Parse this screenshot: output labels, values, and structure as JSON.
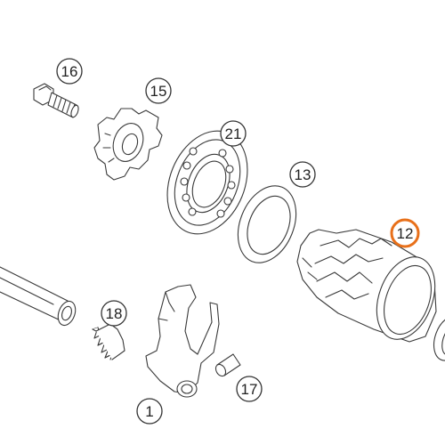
{
  "callouts": {
    "c16": "16",
    "c15": "15",
    "c21": "21",
    "c13": "13",
    "c12": "12",
    "c18": "18",
    "c17": "17",
    "c1": "1"
  },
  "colors": {
    "line": "#3a3a3a",
    "fill": "#ffffff",
    "highlight": "#e8701a"
  },
  "highlighted_callout": "12"
}
